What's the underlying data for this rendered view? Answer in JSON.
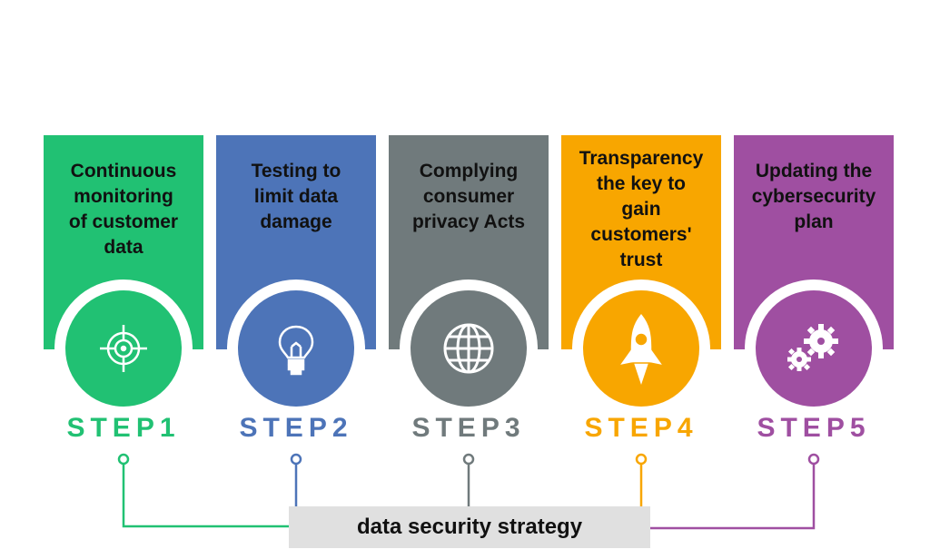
{
  "steps": [
    {
      "text": "Continuous\nmonitoring\nof customer\ndata",
      "label": "STEP1",
      "color": "#21c173",
      "icon": "crosshair-icon"
    },
    {
      "text": "Testing to\nlimit data\ndamage",
      "label": "STEP2",
      "color": "#4d74b8",
      "icon": "lightbulb-icon"
    },
    {
      "text": "Complying\nconsumer\nprivacy Acts",
      "label": "STEP3",
      "color": "#707a7c",
      "icon": "globe-icon"
    },
    {
      "text": "Transparency\nthe key to\ngain\ncustomers'\ntrust",
      "label": "STEP4",
      "color": "#f8a600",
      "icon": "rocket-icon"
    },
    {
      "text": "Updating the\ncybersecurity\nplan",
      "label": "STEP5",
      "color": "#9f4fa1",
      "icon": "gears-icon"
    }
  ],
  "footer": {
    "title": "data security strategy"
  }
}
